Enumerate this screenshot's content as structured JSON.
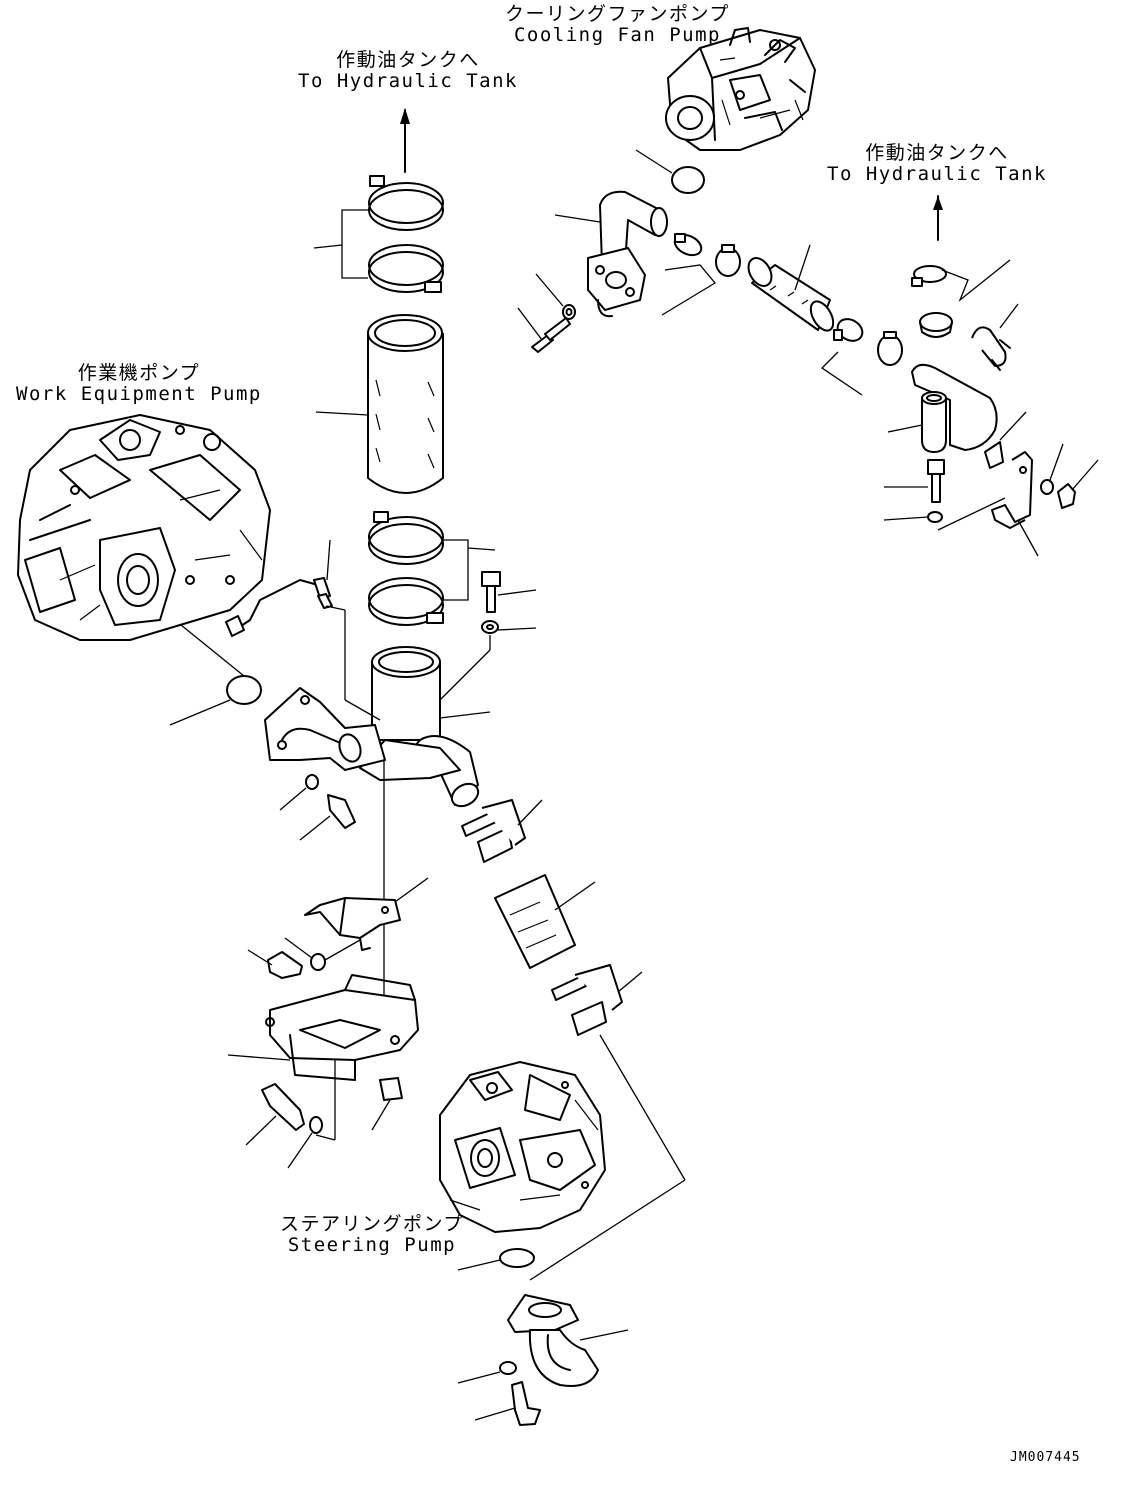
{
  "labels": {
    "cooling_fan_pump": {
      "jp": "クーリングファンポンプ",
      "en": "Cooling Fan Pump"
    },
    "to_tank_left": {
      "jp": "作動油タンクへ",
      "en": "To Hydraulic Tank"
    },
    "to_tank_right": {
      "jp": "作動油タンクへ",
      "en": "To Hydraulic Tank"
    },
    "work_equipment_pump": {
      "jp": "作業機ポンプ",
      "en": "Work Equipment Pump"
    },
    "steering_pump": {
      "jp": "ステアリングポンプ",
      "en": "Steering Pump"
    }
  },
  "drawing_code": "JM007445"
}
